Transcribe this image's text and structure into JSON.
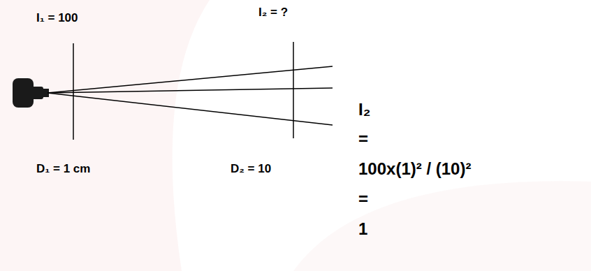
{
  "diagram": {
    "labels": [
      "I₁ = 100",
      "I₂ = ?",
      "D₁ = 1 cm",
      "D₂ = 10",
      "I₂",
      "=",
      "100x(1)² / (10)²",
      "=",
      "1"
    ]
  }
}
